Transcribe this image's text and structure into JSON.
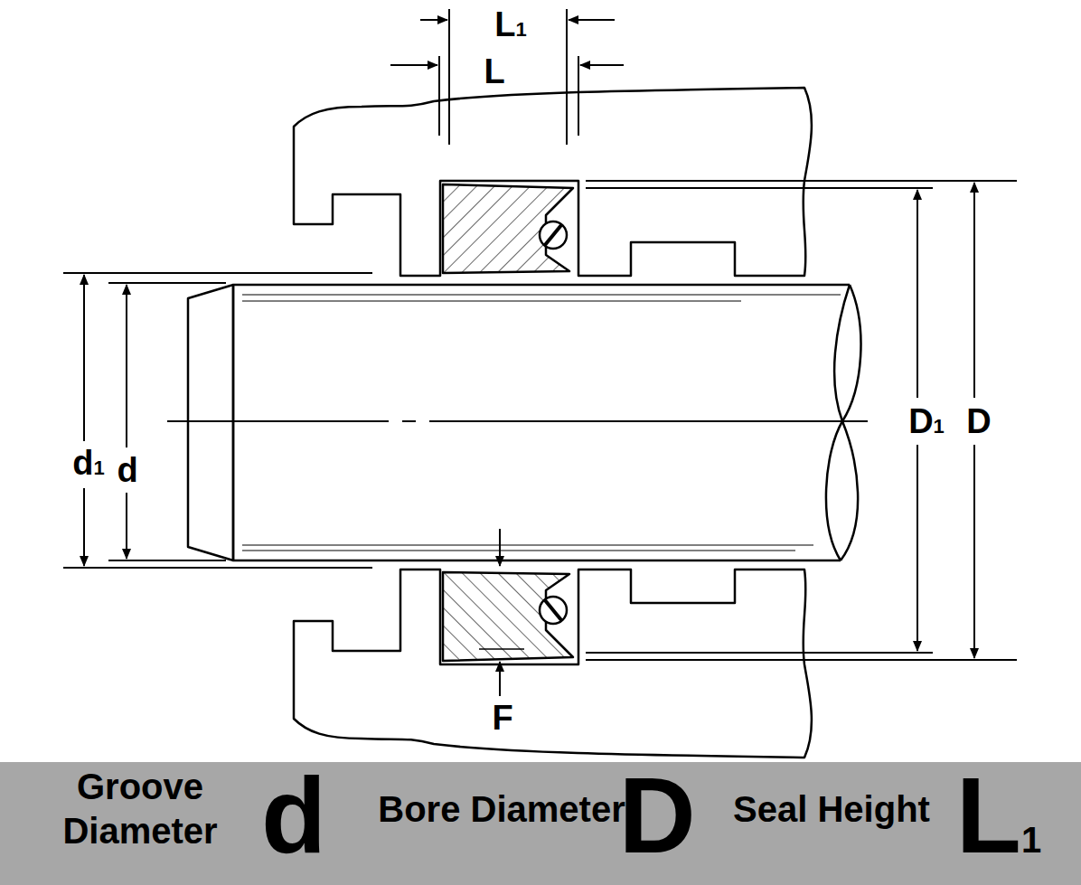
{
  "diagram": {
    "nodes": [
      {
        "text": [
          "Groove Diameter",
          "d",
          "Bore Diameter",
          "D",
          "Seal Height",
          "L1"
        ]
      }
    ],
    "labels": [
      "L1",
      "L",
      "D1",
      "D",
      "d1",
      "d",
      "F"
    ]
  }
}
